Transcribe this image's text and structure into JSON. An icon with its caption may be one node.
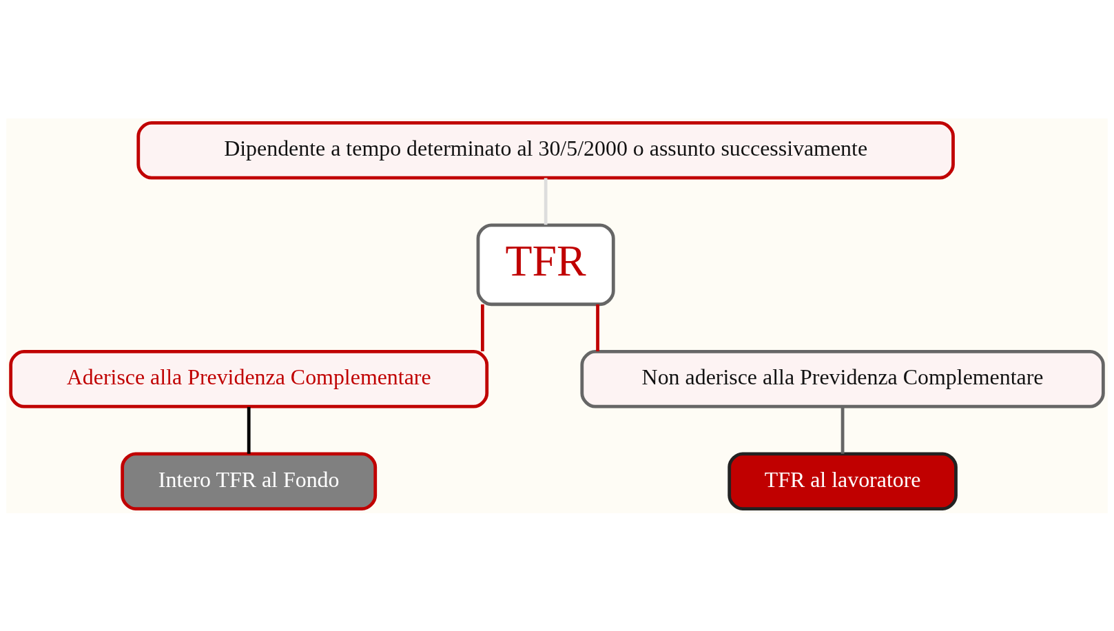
{
  "diagram": {
    "nodes": [
      {
        "text": [
          "Dipendente a tempo determinato al 30/5/2000 o assunto successivamente"
        ]
      },
      {
        "text": [
          "TFR"
        ]
      },
      {
        "text": [
          "Aderisce alla Previdenza Complementare"
        ]
      },
      {
        "text": [
          "Non aderisce alla Previdenza Complementare"
        ]
      },
      {
        "text": [
          "Intero TFR al Fondo"
        ]
      },
      {
        "text": [
          "TFR al lavoratore"
        ]
      }
    ],
    "edges": [
      {
        "from": 0,
        "to": 1,
        "arrow": "none",
        "color": "#dddddd"
      },
      {
        "from": 1,
        "to": 2,
        "arrow": "none"
      },
      {
        "from": 1,
        "to": 3,
        "arrow": "none"
      },
      {
        "from": 2,
        "to": 4,
        "arrow": "none",
        "color": "#000000"
      },
      {
        "from": 3,
        "to": 5,
        "arrow": "none",
        "color": "#666666"
      }
    ]
  }
}
